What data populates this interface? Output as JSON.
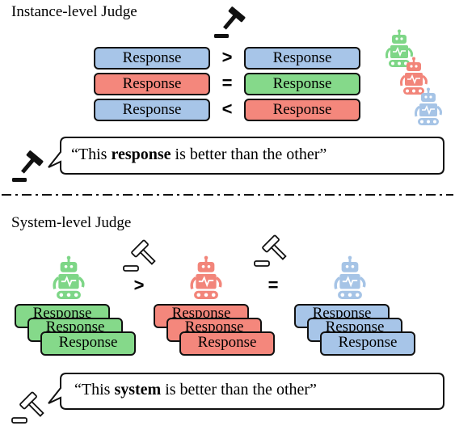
{
  "instance": {
    "title": "Instance-level Judge",
    "response_label": "Response",
    "rows": [
      {
        "left_color": "blue",
        "op": ">",
        "right_color": "blue"
      },
      {
        "left_color": "red",
        "op": "=",
        "right_color": "green"
      },
      {
        "left_color": "blue",
        "op": "<",
        "right_color": "red"
      }
    ],
    "quote": {
      "open": "“This ",
      "bold": "response",
      "close": " is better than the other”"
    }
  },
  "system": {
    "title": "System-level Judge",
    "response_label": "Response",
    "ops": [
      ">",
      "="
    ],
    "quote": {
      "open": "“This ",
      "bold": "system",
      "close": " is better than the other”"
    }
  },
  "colors": {
    "blue": "#a7c5e8",
    "red": "#f4877c",
    "green": "#85d98a",
    "robot_green": "#7ed687",
    "robot_red": "#f2857a",
    "robot_blue": "#a6c4e6"
  },
  "icons": [
    "gavel-icon",
    "robot-icon"
  ]
}
